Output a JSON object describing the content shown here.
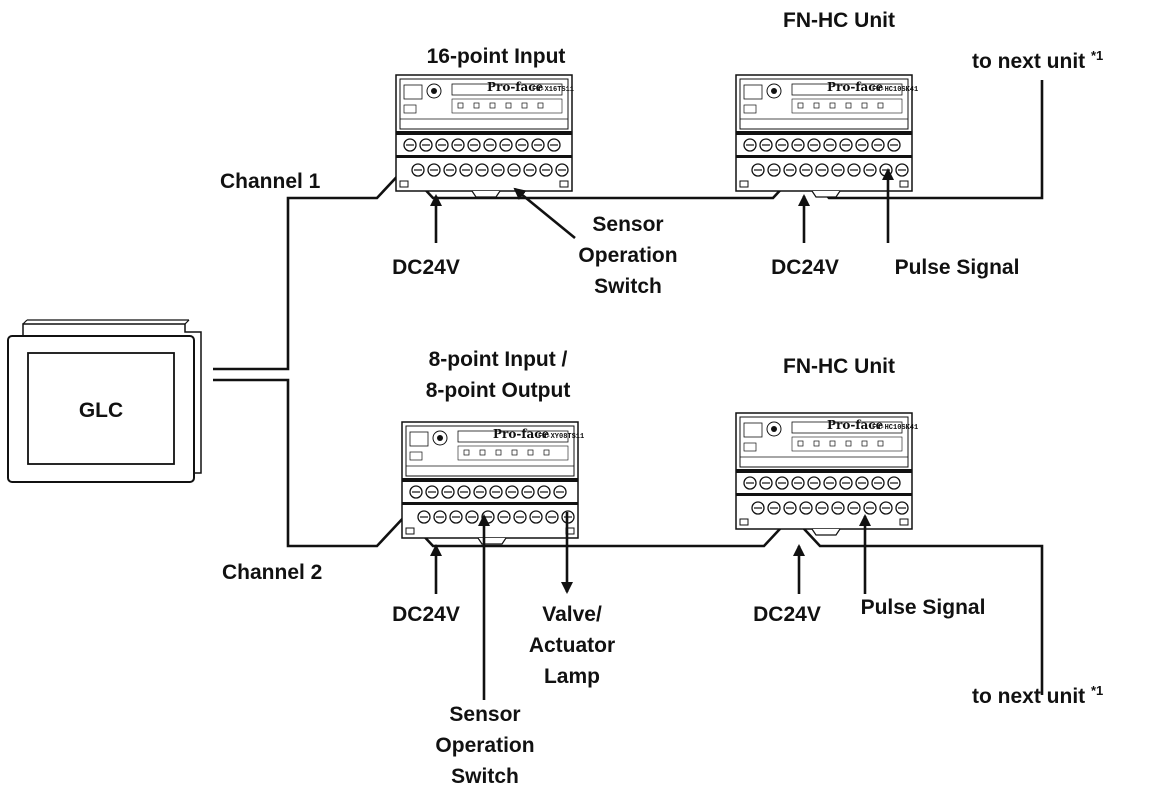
{
  "glc": {
    "label": "GLC"
  },
  "channels": [
    {
      "label": "Channel 1"
    },
    {
      "label": "Channel 2"
    }
  ],
  "units": {
    "ch1_input": {
      "title": "16-point Input",
      "brand": "Pro-face",
      "model": "FN-X16TS11"
    },
    "ch1_hc": {
      "title": "FN-HC Unit",
      "brand": "Pro-face",
      "model": "FN-HC10SK41"
    },
    "ch2_io": {
      "title_line1": "8-point Input /",
      "title_line2": "8-point Output",
      "brand": "Pro-face",
      "model": "FN-XY08TS11"
    },
    "ch2_hc": {
      "title": "FN-HC Unit",
      "brand": "Pro-face",
      "model": "FN-HC10SK41"
    }
  },
  "signals": {
    "dc24v": "DC24V",
    "pulse_signal": "Pulse Signal",
    "sensor_line1": "Sensor",
    "sensor_line2": "Operation",
    "sensor_line3": "Switch",
    "valve_line1": "Valve/",
    "valve_line2": "Actuator",
    "valve_line3": "Lamp"
  },
  "next_unit": {
    "label": "to next unit ",
    "footnote": "*1"
  }
}
